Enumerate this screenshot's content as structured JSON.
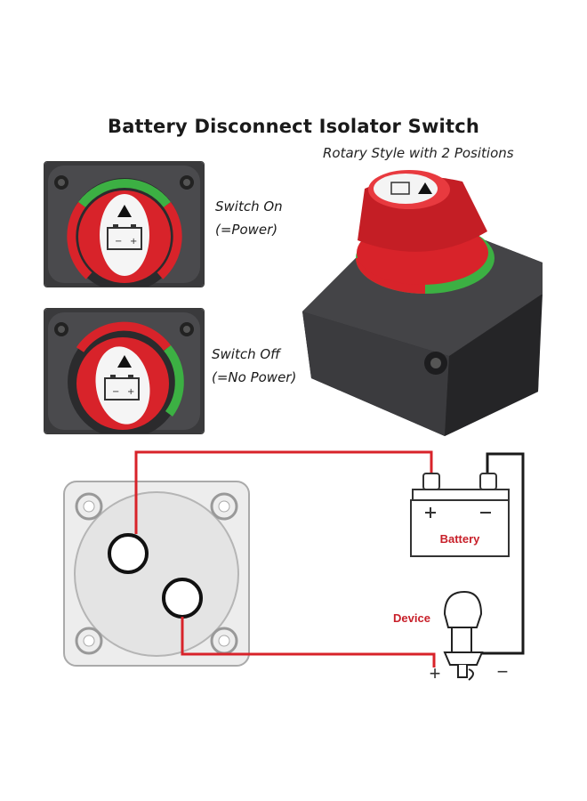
{
  "header": {
    "title": "Battery Disconnect Isolator Switch",
    "subtitle": "Rotary Style with 2 Positions"
  },
  "states": [
    {
      "line1": "Switch On",
      "line2": "(=Power)"
    },
    {
      "line1": "Switch Off",
      "line2": "(=No Power)"
    }
  ],
  "wiring": {
    "battery_label": "Battery",
    "device_label": "Device",
    "plus_symbol": "+",
    "minus_symbol": "−"
  },
  "colors": {
    "positive_wire": "#d8232a",
    "negative_wire": "#1a1a1a",
    "switch_knob": "#d8232a",
    "on_arc": "#3cb043",
    "label_red": "#c8202a"
  }
}
